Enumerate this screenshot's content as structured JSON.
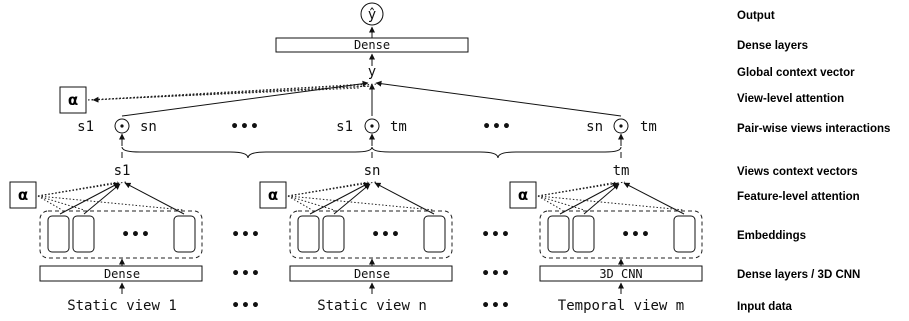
{
  "output_symbol": "ŷ",
  "global_vector": "y",
  "dense_top": "Dense",
  "alpha": "α",
  "ellipsis": "•••",
  "odot": "⊙",
  "pairs": [
    {
      "left": "s1",
      "right": "sn"
    },
    {
      "left": "s1",
      "right": "tm"
    },
    {
      "left": "sn",
      "right": "tm"
    }
  ],
  "columns": [
    {
      "context": "s1",
      "encoder": "Dense",
      "input": "Static view 1"
    },
    {
      "context": "sn",
      "encoder": "Dense",
      "input": "Static view n"
    },
    {
      "context": "tm",
      "encoder": "3D CNN",
      "input": "Temporal view m"
    }
  ],
  "labels": [
    "Output",
    "Dense layers",
    "Global context vector",
    "View-level attention",
    "Pair-wise views interactions",
    "Views context vectors",
    "Feature-level attention",
    "Embeddings",
    "Dense layers / 3D CNN",
    "Input data"
  ]
}
